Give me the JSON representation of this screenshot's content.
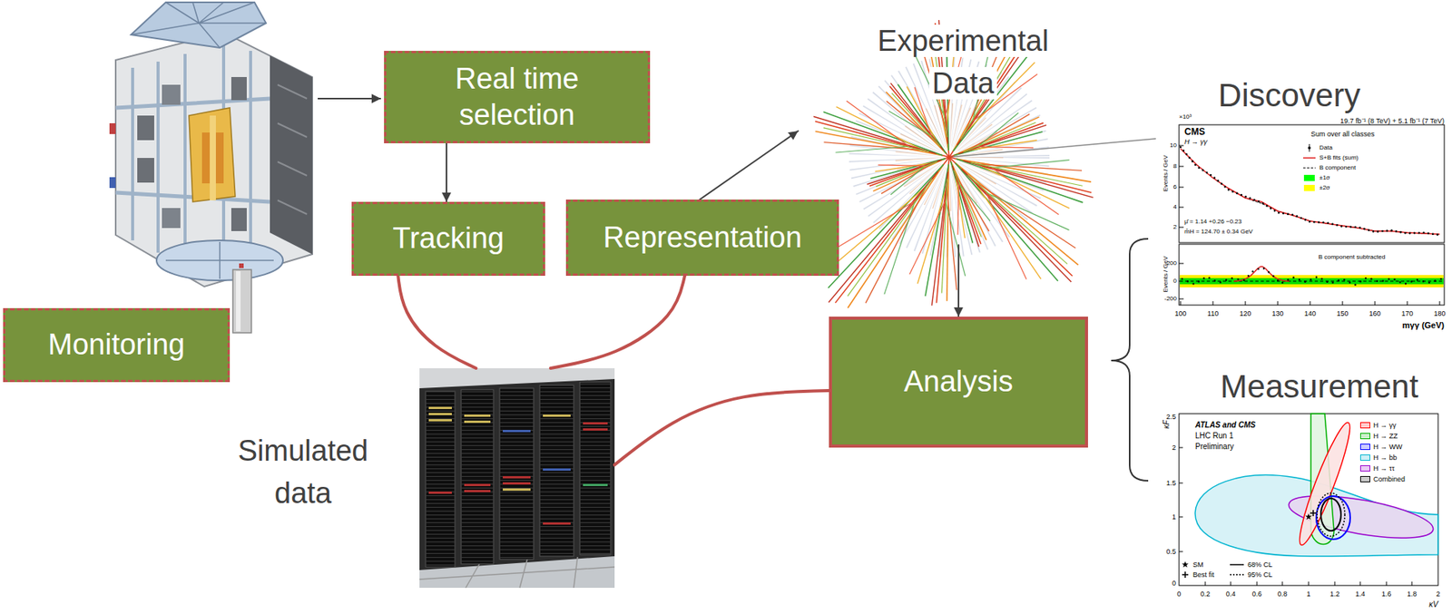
{
  "diagram": {
    "nodes": [
      {
        "text": [
          "Real time selection"
        ]
      },
      {
        "text": [
          "Experimental Data"
        ]
      },
      {
        "text": [
          "Tracking"
        ]
      },
      {
        "text": [
          "Representation"
        ]
      },
      {
        "text": [
          "Monitoring"
        ]
      },
      {
        "text": [
          "Analysis"
        ]
      },
      {
        "text": [
          "Simulated data"
        ]
      }
    ],
    "edges": [
      {
        "from": 0,
        "to": 2,
        "arrow": "to"
      },
      {
        "from": 3,
        "to": 1,
        "arrow": "to"
      },
      {
        "from": 1,
        "to": 5,
        "arrow": "to"
      },
      {
        "from": 2,
        "to": 6,
        "arrow": "none"
      },
      {
        "from": 3,
        "to": 6,
        "arrow": "none"
      },
      {
        "from": 5,
        "to": 6,
        "arrow": "none"
      }
    ],
    "labels": [
      "Discovery",
      "Measurement",
      "19.7 fb⁻¹ (8 TeV) + 5.1 fb⁻¹ (7 TeV)",
      "×10³",
      "CMS",
      "H → γγ",
      "Sum over all classes",
      "μ̂ = 1.14 +0.26 −0.23",
      "m̂H = 124.70 ± 0.34 GeV",
      "Events / GeV",
      "Events / GeV",
      "10",
      "8",
      "6",
      "4",
      "2",
      "200",
      "0",
      "-200",
      "B component subtracted",
      "100",
      "110",
      "120",
      "130",
      "140",
      "150",
      "160",
      "170",
      "180",
      "mγγ (GeV)",
      "ATLAS and CMS",
      "LHC Run 1",
      "Preliminary",
      "κF",
      "κV",
      "0",
      "0.5",
      "1",
      "1.5",
      "2",
      "2.5",
      "0",
      "0.2",
      "0.4",
      "0.6",
      "0.8",
      "1",
      "1.2",
      "1.4",
      "1.6",
      "1.8",
      "2"
    ],
    "legend": [
      {
        "text": "Data"
      },
      {
        "text": "S+B fits (sum)"
      },
      {
        "text": "B component"
      },
      {
        "text": "±1σ",
        "color": "#00ff00"
      },
      {
        "text": "±2σ",
        "color": "#ffff00"
      },
      {
        "text": "H → γγ",
        "color": "#ff0000"
      },
      {
        "text": "H → ZZ",
        "color": "#00b000"
      },
      {
        "text": "H → WW",
        "color": "#0000ff"
      },
      {
        "text": "H → bb",
        "color": "#00b4d0"
      },
      {
        "text": "H → ττ",
        "color": "#9900cc"
      },
      {
        "text": "Combined",
        "color": "#000000"
      },
      {
        "text": "SM"
      },
      {
        "text": "Best fit"
      },
      {
        "text": "68% CL"
      },
      {
        "text": "95% CL"
      }
    ]
  }
}
